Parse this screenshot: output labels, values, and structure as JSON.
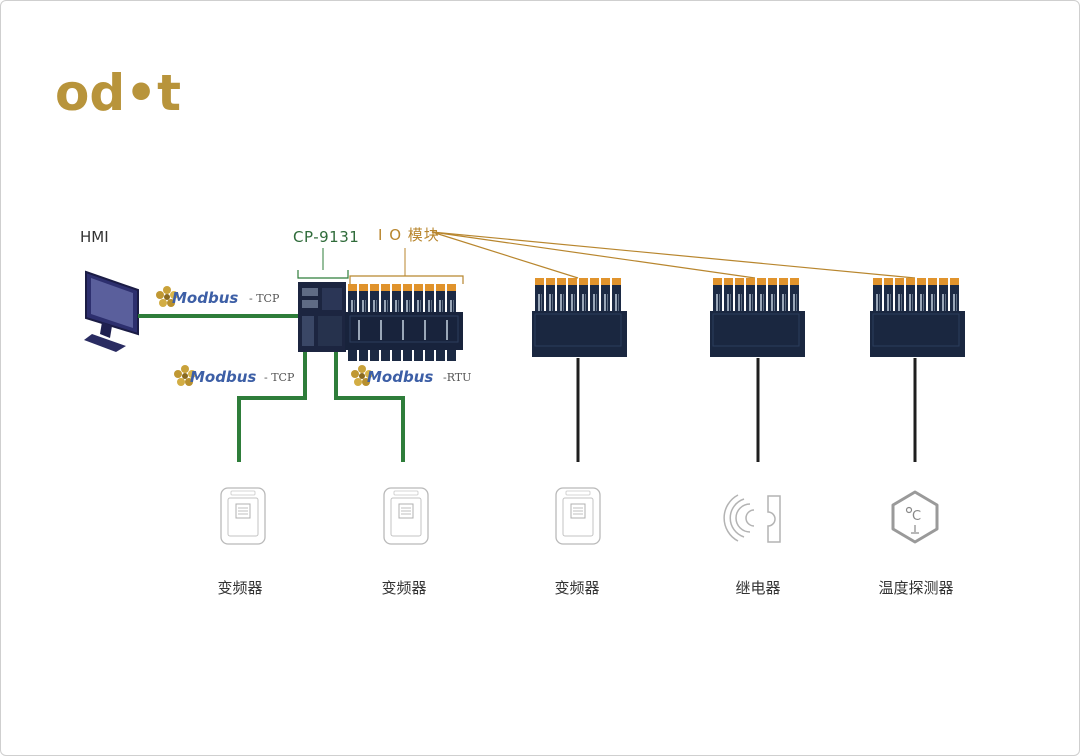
{
  "logo": {
    "text": "od•t"
  },
  "labels": {
    "hmi": "HMI",
    "coupler": "CP-9131",
    "io_modules": "I O 模块"
  },
  "protocols": [
    {
      "brand": "Modbus",
      "suffix": "- TCP"
    },
    {
      "brand": "Modbus",
      "suffix": "- TCP"
    },
    {
      "brand": "Modbus",
      "suffix": "-RTU"
    }
  ],
  "devices": [
    {
      "label": "变频器",
      "icon": "inverter-icon"
    },
    {
      "label": "变频器",
      "icon": "inverter-icon"
    },
    {
      "label": "变频器",
      "icon": "inverter-icon"
    },
    {
      "label": "继电器",
      "icon": "relay-icon"
    },
    {
      "label": "温度探测器",
      "icon": "temperature-sensor-icon"
    }
  ],
  "colors": {
    "ethernet": "#2e7d3a",
    "io_link": "#b8862e",
    "fieldbus": "#1e1e1e",
    "module": "#1c2a44",
    "logo": "#b8943b"
  }
}
